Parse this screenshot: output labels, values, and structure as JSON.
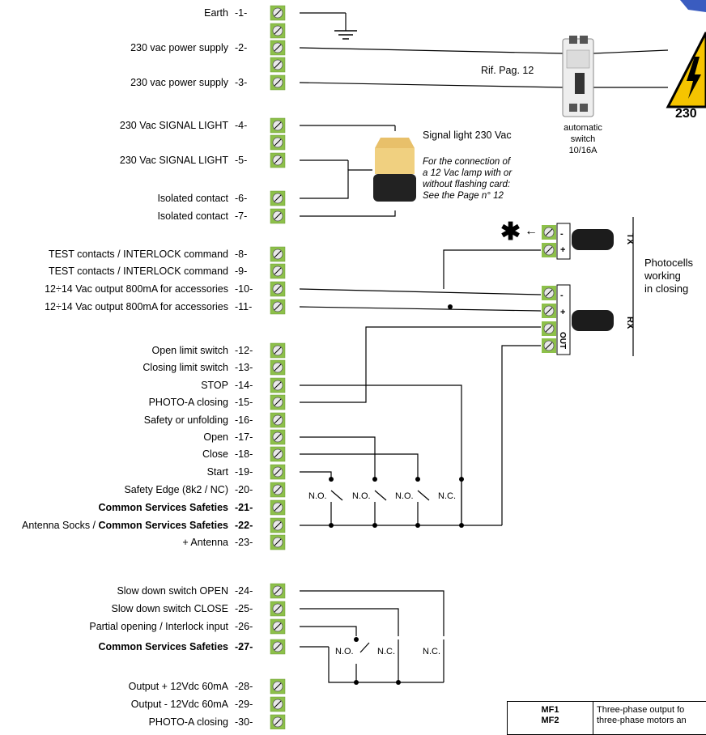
{
  "terminals": [
    {
      "n": "-1-",
      "label": "Earth",
      "bold": false
    },
    {
      "n": "-2-",
      "label": "230 vac power supply",
      "bold": false
    },
    {
      "n": "-3-",
      "label": "230 vac power supply",
      "bold": false
    },
    {
      "n": "-4-",
      "label": "230 Vac SIGNAL LIGHT",
      "bold": false
    },
    {
      "n": "-5-",
      "label": "230 Vac SIGNAL LIGHT",
      "bold": false
    },
    {
      "n": "-6-",
      "label": "Isolated contact",
      "bold": false
    },
    {
      "n": "-7-",
      "label": "Isolated contact",
      "bold": false
    },
    {
      "n": "-8-",
      "label": "TEST contacts / INTERLOCK command",
      "bold": false
    },
    {
      "n": "-9-",
      "label": "TEST contacts / INTERLOCK command",
      "bold": false
    },
    {
      "n": "-10-",
      "label": "12÷14 Vac output 800mA for accessories",
      "bold": false
    },
    {
      "n": "-11-",
      "label": "12÷14 Vac output 800mA for accessories",
      "bold": false
    },
    {
      "n": "-12-",
      "label": "Open limit switch",
      "bold": false
    },
    {
      "n": "-13-",
      "label": "Closing limit switch",
      "bold": false
    },
    {
      "n": "-14-",
      "label": "STOP",
      "bold": false
    },
    {
      "n": "-15-",
      "label": "PHOTO-A closing",
      "bold": false
    },
    {
      "n": "-16-",
      "label": "Safety or unfolding",
      "bold": false
    },
    {
      "n": "-17-",
      "label": "Open",
      "bold": false
    },
    {
      "n": "-18-",
      "label": "Close",
      "bold": false
    },
    {
      "n": "-19-",
      "label": "Start",
      "bold": false
    },
    {
      "n": "-20-",
      "label": "Safety Edge (8k2 / NC)",
      "bold": false
    },
    {
      "n": "-21-",
      "label": "Common Services Safeties",
      "bold": true
    },
    {
      "n": "-22-",
      "label": "Common Services Safeties",
      "prefix": "Antenna Socks / ",
      "bold": true
    },
    {
      "n": "-23-",
      "label": "+ Antenna",
      "bold": false
    },
    {
      "n": "-24-",
      "label": "Slow down switch OPEN",
      "bold": false
    },
    {
      "n": "-25-",
      "label": "Slow down switch CLOSE",
      "bold": false
    },
    {
      "n": "-26-",
      "label": "Partial opening / Interlock input",
      "bold": false
    },
    {
      "n": "-27-",
      "label": "Common Services Safeties",
      "bold": true
    },
    {
      "n": "-28-",
      "label": "Output + 12Vdc 60mA",
      "bold": false
    },
    {
      "n": "-29-",
      "label": "Output - 12Vdc 60mA",
      "bold": false
    },
    {
      "n": "-30-",
      "label": "PHOTO-A closing",
      "bold": false
    }
  ],
  "breaker": {
    "ref": "Rif. Pag. 12",
    "line1": "automatic",
    "line2": "switch",
    "line3": "10/16A"
  },
  "mains": {
    "label": "230"
  },
  "signal_light": {
    "title": "Signal light 230 Vac",
    "note1": "For the connection of",
    "note2": "a 12 Vac lamp with or",
    "note3": "without flashing card:",
    "note4": "See the Page n° 12"
  },
  "photocells": {
    "line1": "Photocells",
    "line2": "working",
    "line3": "in closing",
    "tx": "TX",
    "rx": "RX",
    "minus": "-",
    "plus": "+",
    "out": "OUT",
    "star": "✱",
    "arrow": "←"
  },
  "contacts": {
    "no": "N.O.",
    "nc": "N.C."
  },
  "table": {
    "r1c1": "MF1",
    "r2c1": "MF2",
    "r1c2": "Three-phase output fo",
    "r2c2": "three-phase motors an"
  }
}
